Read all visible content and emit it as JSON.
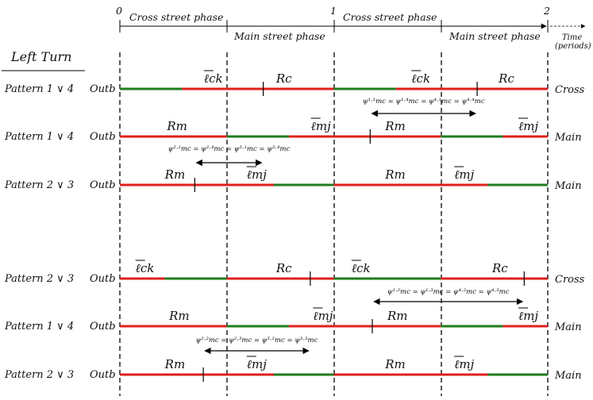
{
  "timeline": {
    "ticks": [
      "0",
      "1",
      "2"
    ],
    "phases": [
      "Cross street phase",
      "Main street phase",
      "Cross street phase",
      "Main street phase"
    ],
    "time_label_1": "Time",
    "time_label_2": "(periods)"
  },
  "section_title": "Left Turn",
  "outb": "Outb",
  "colors": {
    "green": "#1e7d1e",
    "red": "#e0201c",
    "black": "#000000"
  },
  "top_rows": [
    {
      "pattern": "Pattern 1 ∨ 4",
      "street": "Cross",
      "segments": [
        [
          "g",
          0.0,
          0.29
        ],
        [
          "r",
          0.29,
          1.0
        ],
        [
          "g",
          1.0,
          1.29
        ],
        [
          "r",
          1.29,
          2.0
        ]
      ],
      "marks": [
        0.67,
        1.67
      ],
      "labels": [
        {
          "t": "ℓck",
          "x": 0.43,
          "kind": "bar"
        },
        {
          "t": "Rc",
          "x": 0.76,
          "kind": "r"
        },
        {
          "t": "ℓck",
          "x": 1.4,
          "kind": "bar"
        },
        {
          "t": "Rc",
          "x": 1.8,
          "kind": "r"
        }
      ]
    },
    {
      "pattern": "Pattern 1 ∨ 4",
      "street": "Main",
      "segments": [
        [
          "r",
          0.0,
          0.5
        ],
        [
          "g",
          0.5,
          0.79
        ],
        [
          "r",
          0.79,
          1.5
        ],
        [
          "g",
          1.5,
          1.79
        ],
        [
          "r",
          1.79,
          2.0
        ]
      ],
      "marks": [
        1.17
      ],
      "labels": [
        {
          "t": "Rm",
          "x": 0.25,
          "kind": "r"
        },
        {
          "t": "ℓmj",
          "x": 0.93,
          "kind": "bar"
        },
        {
          "t": "Rm",
          "x": 1.27,
          "kind": "r"
        },
        {
          "t": "ℓmj",
          "x": 1.9,
          "kind": "bar"
        }
      ]
    },
    {
      "pattern": "Pattern 2 ∨ 3",
      "street": "Main",
      "segments": [
        [
          "r",
          0.0,
          0.72
        ],
        [
          "g",
          0.72,
          1.0
        ],
        [
          "r",
          1.0,
          1.72
        ],
        [
          "g",
          1.72,
          2.0
        ]
      ],
      "marks": [
        0.35
      ],
      "labels": [
        {
          "t": "Rm",
          "x": 0.24,
          "kind": "r"
        },
        {
          "t": "ℓmj",
          "x": 0.63,
          "kind": "bar"
        },
        {
          "t": "Rm",
          "x": 1.27,
          "kind": "r"
        },
        {
          "t": "ℓmj",
          "x": 1.6,
          "kind": "bar"
        }
      ]
    }
  ],
  "bottom_rows": [
    {
      "pattern": "Pattern 2 ∨ 3",
      "street": "Cross",
      "segments": [
        [
          "r",
          0.0,
          0.21
        ],
        [
          "g",
          0.21,
          0.5
        ],
        [
          "r",
          0.5,
          1.0
        ],
        [
          "g",
          1.0,
          1.21
        ],
        [
          "g",
          1.21,
          1.5
        ],
        [
          "r",
          1.5,
          2.0
        ]
      ],
      "marks": [
        0.89,
        1.89
      ],
      "labels": [
        {
          "t": "ℓck",
          "x": 0.11,
          "kind": "bar"
        },
        {
          "t": "Rc",
          "x": 0.76,
          "kind": "r"
        },
        {
          "t": "ℓck",
          "x": 1.12,
          "kind": "bar"
        },
        {
          "t": "Rc",
          "x": 1.77,
          "kind": "r"
        }
      ]
    },
    {
      "pattern": "Pattern 1 ∨ 4",
      "street": "Main",
      "segments": [
        [
          "r",
          0.0,
          0.5
        ],
        [
          "g",
          0.5,
          0.79
        ],
        [
          "r",
          0.79,
          1.5
        ],
        [
          "g",
          1.5,
          1.79
        ],
        [
          "r",
          1.79,
          2.0
        ]
      ],
      "marks": [
        1.18
      ],
      "labels": [
        {
          "t": "Rm",
          "x": 0.26,
          "kind": "r"
        },
        {
          "t": "ℓmj",
          "x": 0.94,
          "kind": "bar"
        },
        {
          "t": "Rm",
          "x": 1.28,
          "kind": "r"
        },
        {
          "t": "ℓmj",
          "x": 1.9,
          "kind": "bar"
        }
      ]
    },
    {
      "pattern": "Pattern 2 ∨ 3",
      "street": "Main",
      "segments": [
        [
          "r",
          0.0,
          0.72
        ],
        [
          "g",
          0.72,
          1.0
        ],
        [
          "r",
          1.0,
          1.72
        ],
        [
          "g",
          1.72,
          2.0
        ]
      ],
      "marks": [
        0.39
      ],
      "labels": [
        {
          "t": "Rm",
          "x": 0.24,
          "kind": "r"
        },
        {
          "t": "ℓmj",
          "x": 0.63,
          "kind": "bar"
        },
        {
          "t": "Rm",
          "x": 1.27,
          "kind": "r"
        },
        {
          "t": "ℓmj",
          "x": 1.6,
          "kind": "bar"
        }
      ]
    }
  ],
  "psi_top": [
    {
      "text": "ψ¹·¹mc = ψ¹·⁴mc = ψ⁴·¹mc = ψ⁴·⁴mc",
      "x1": 1.17,
      "x2": 1.67
    },
    {
      "text": "ψ²·¹mc = ψ²·⁴mc = ψ³·¹mc = ψ³·⁴mc",
      "x1": 0.35,
      "x2": 0.67
    }
  ],
  "psi_bottom": [
    {
      "text": "ψ¹·²mc = ψ¹·³mc = ψ⁴·²mc = ψ⁴·³mc",
      "x1": 1.18,
      "x2": 1.89
    },
    {
      "text": "ψ²·²mc = ψ²·³mc = ψ³·²mc = ψ³·³mc",
      "x1": 0.39,
      "x2": 0.89
    }
  ]
}
